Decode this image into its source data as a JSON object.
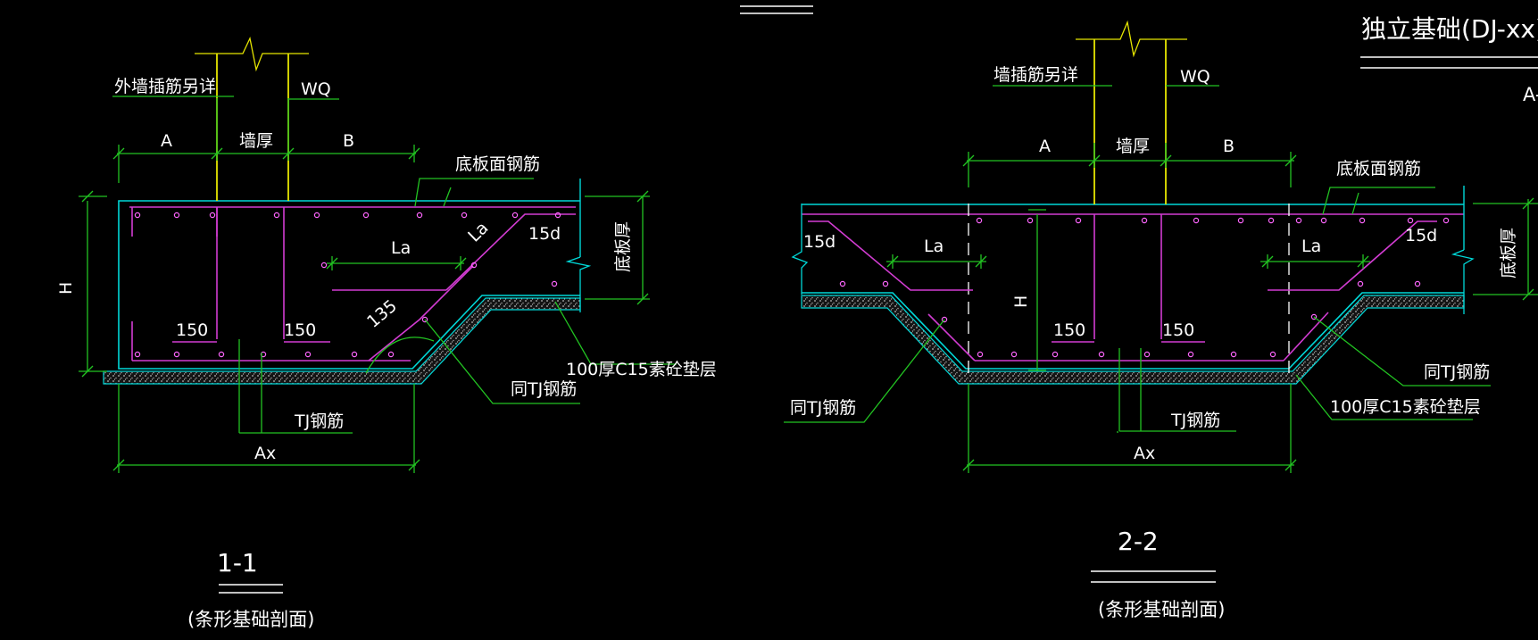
{
  "colors": {
    "background": "#000000",
    "outline": "#00d8d8",
    "rebar": "#d23cd2",
    "wall": "#e6e600",
    "dimension": "#22c322",
    "text": "#ffffff",
    "hatch": "#b0b0b0"
  },
  "section1": {
    "labels": {
      "wall_dowel": "外墙插筋另详",
      "wq": "WQ",
      "dim_a": "A",
      "wall_thickness": "墙厚",
      "dim_b": "B",
      "slab_top_rebar": "底板面钢筋",
      "la": "La",
      "la_diag": "La",
      "hook_15d": "15d",
      "slab_thickness": "底板厚",
      "h": "H",
      "hook_150_left": "150",
      "hook_150_right": "150",
      "angle_135": "135",
      "same_tj": "同TJ钢筋",
      "cushion": "100厚C15素砼垫层",
      "tj_rebar": "TJ钢筋",
      "ax": "Ax"
    },
    "title": "1-1",
    "subtitle": "(条形基础剖面)"
  },
  "section2": {
    "labels": {
      "wall_dowel": "墙插筋另详",
      "wq": "WQ",
      "dim_a": "A",
      "wall_thickness": "墙厚",
      "dim_b": "B",
      "slab_top_rebar": "底板面钢筋",
      "hook_15d_left": "15d",
      "la_left": "La",
      "la_right": "La",
      "hook_15d_right": "15d",
      "slab_thickness": "底板厚",
      "h": "H",
      "hook_150_left": "150",
      "hook_150_right": "150",
      "same_tj_left": "同TJ钢筋",
      "same_tj_right": "同TJ钢筋",
      "cushion": "100厚C15素砼垫层",
      "tj_rebar": "TJ钢筋",
      "ax": "Ax"
    },
    "title": "2-2",
    "subtitle": "(条形基础剖面)"
  },
  "sheet_title": {
    "text": "独立基础(DJ-xx)底部",
    "ref": "A-"
  }
}
